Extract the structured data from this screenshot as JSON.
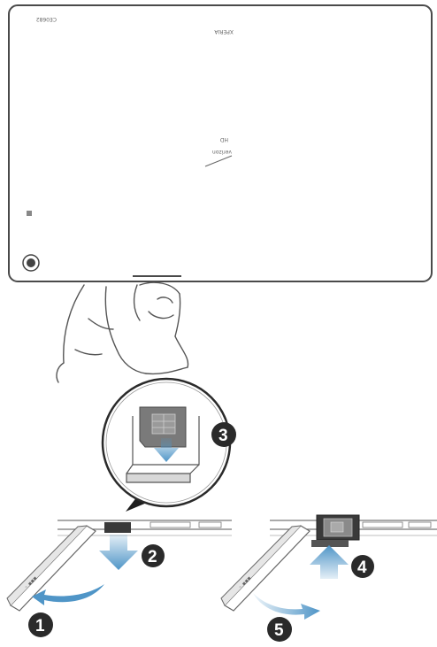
{
  "tablet": {
    "cert_text": "CE0682",
    "brand_text": "XPERIA",
    "logo_text": "HD",
    "logo_subtext": "verizon"
  },
  "steps": [
    "1",
    "2",
    "3",
    "4",
    "5"
  ],
  "colors": {
    "arrow_blue": "#4f95c7",
    "step_circle": "#2a2a2a",
    "outline": "#5a5a5a",
    "sim_card": "#7a7a7a",
    "camera": "#444444"
  }
}
